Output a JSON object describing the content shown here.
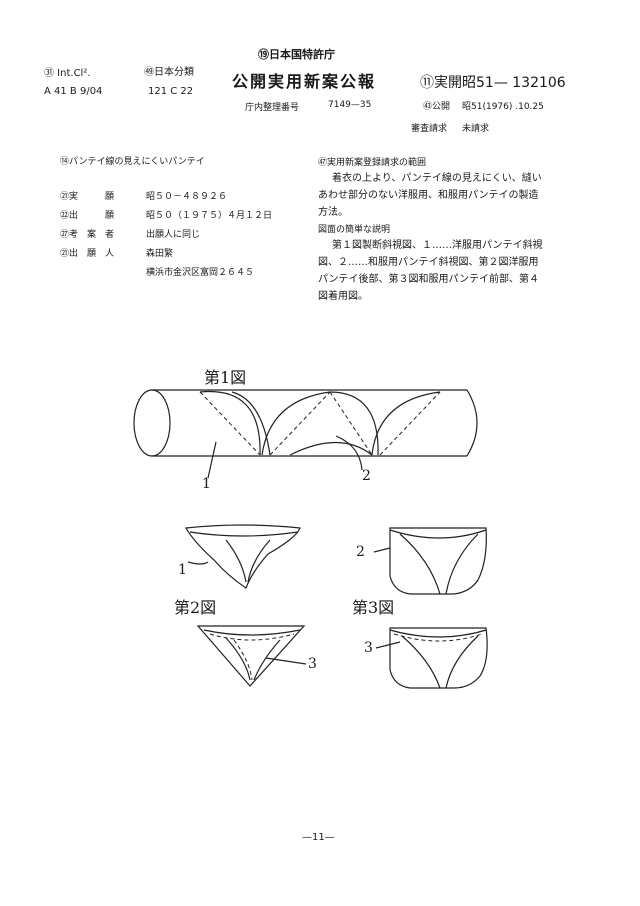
{
  "header": {
    "office": "⑲日本国特許庁",
    "title": "公開実用新案公報",
    "intcl_label": "㉛ Int.Cl².",
    "intcl_value": "A 41 B 9/04",
    "jpclass_label": "㊾日本分類",
    "jpclass_value": "121 C 22",
    "office_ref_label": "庁内整理番号",
    "office_ref_value": "7149—35",
    "pub_no": "⑪実開昭51— 132106",
    "pub_date_label": "㊸公開",
    "pub_date_value": "昭51(1976) .10.25",
    "exam_label": "審査請求",
    "exam_value": "未請求"
  },
  "left": {
    "title": "⑭パンテイ線の見えにくいパンテイ",
    "rows": [
      {
        "label": "㉑実　　　願",
        "value": "昭５０－４８９２６"
      },
      {
        "label": "㉒出　　　願",
        "value": "昭５０（１９７５）４月１２日"
      },
      {
        "label": "㉗考　案　者",
        "value": "出願人に同じ"
      },
      {
        "label": "㉑出　願　人",
        "value": "森田繁"
      },
      {
        "label": "",
        "value": "横浜市金沢区富岡２６４５"
      }
    ]
  },
  "right": {
    "claim_heading": "㊼実用新案登録請求の範囲",
    "claim_lines": [
      "着衣の上より、パンテイ線の見えにくい、縫い",
      "あわせ部分のない洋服用、和服用パンテイの製造",
      "方法。"
    ],
    "desc_heading": "図面の簡単な説明",
    "desc_lines": [
      "第１図製断斜視図、１……洋服用パンテイ斜視",
      "図、２……和服用パンテイ斜視図、第２図洋服用",
      "パンテイ後部、第３図和服用パンテイ前部、第４",
      "図着用図。"
    ]
  },
  "figures": {
    "fig1_caption": "第1図",
    "fig2_caption": "第2図",
    "fig3_caption": "第3図",
    "ref1": "1",
    "ref2": "2",
    "ref1_small": "1",
    "ref2_small": "2",
    "ref3_fig2": "3",
    "ref3_fig3": "3"
  },
  "footer": {
    "page": "—11—"
  }
}
